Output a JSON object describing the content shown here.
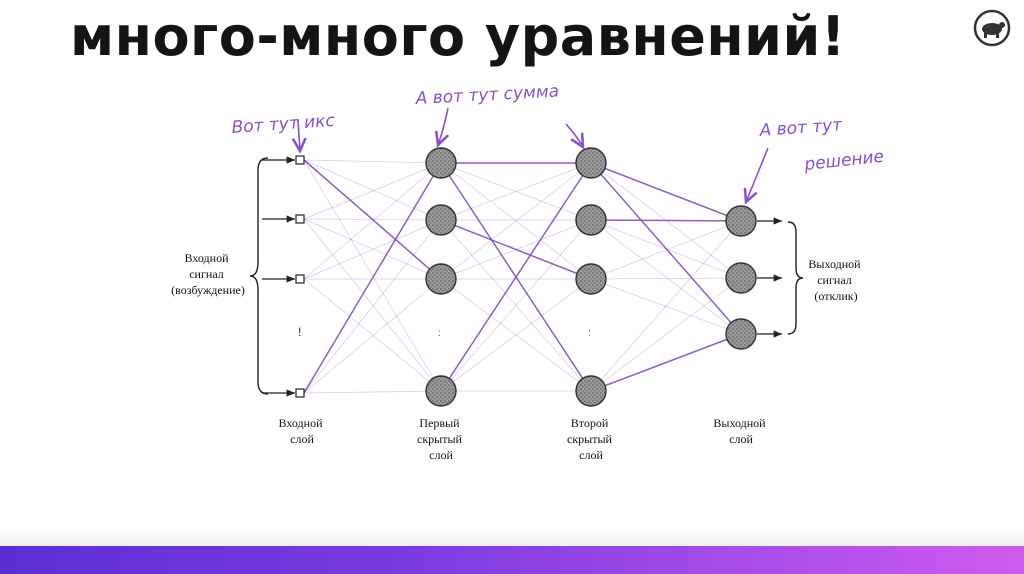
{
  "title": "много-много уравнений!",
  "annotations": {
    "x": "Вот тут икс",
    "sum": "А вот тут сумма",
    "solution_line1": "А вот тут",
    "solution_line2": "решение"
  },
  "labels": {
    "input_signal": [
      "Входной",
      "сигнал",
      "(возбуждение)"
    ],
    "output_signal": [
      "Выходной",
      "сигнал",
      "(отклик)"
    ],
    "input_layer": [
      "Входной",
      "слой"
    ],
    "hidden1": [
      "Первый",
      "скрытый",
      "слой"
    ],
    "hidden2": [
      "Второй",
      "скрытый",
      "слой"
    ],
    "output_layer": [
      "Выходной",
      "слой"
    ]
  },
  "colors": {
    "title": "#141414",
    "connection_purple": "#7b3fc4",
    "annotation": "#8a4fd0",
    "bar_start": "#5b2fd3",
    "bar_end": "#cf5bee"
  },
  "icons": {
    "logo": "turtle-logo-icon"
  }
}
